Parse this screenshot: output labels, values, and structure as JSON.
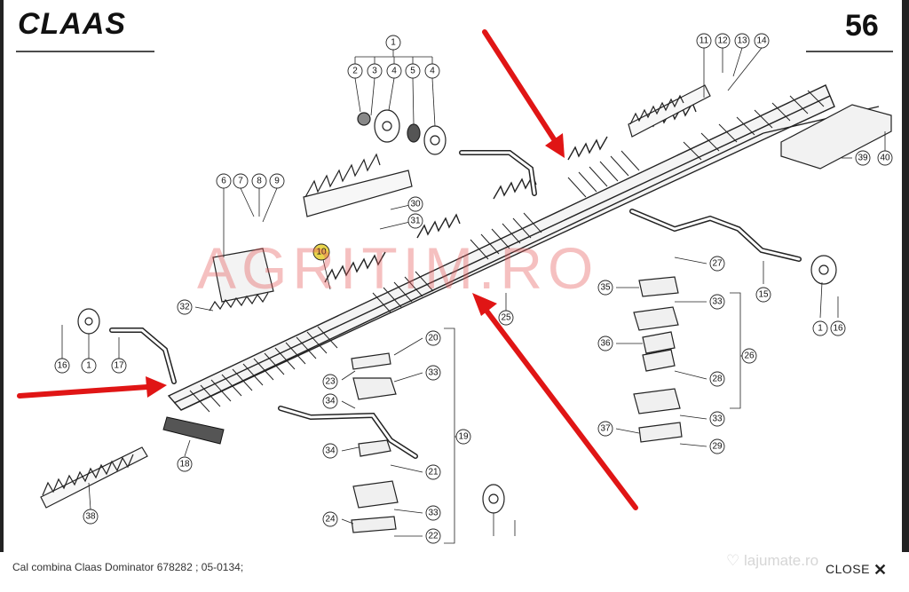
{
  "brand": "CLAAS",
  "page_number": "56",
  "watermark": "AGRITIM.RO",
  "caption": "Cal combina Claas Dominator 678282 ; 05-0134;",
  "close_label": "CLOSE",
  "site_watermark": "lajumate.ro",
  "colors": {
    "arrow": "#e01515",
    "highlight": "#e8d44c"
  },
  "callouts": [
    "1",
    "2",
    "3",
    "4",
    "5",
    "4",
    "11",
    "12",
    "13",
    "14",
    "6",
    "7",
    "8",
    "9",
    "30",
    "31",
    "10",
    "32",
    "16",
    "1",
    "17",
    "18",
    "38",
    "20",
    "23",
    "33",
    "34",
    "19",
    "34",
    "21",
    "24",
    "33",
    "22",
    "25",
    "27",
    "35",
    "33",
    "36",
    "28",
    "26",
    "37",
    "33",
    "29",
    "15",
    "1",
    "16",
    "39",
    "40"
  ]
}
